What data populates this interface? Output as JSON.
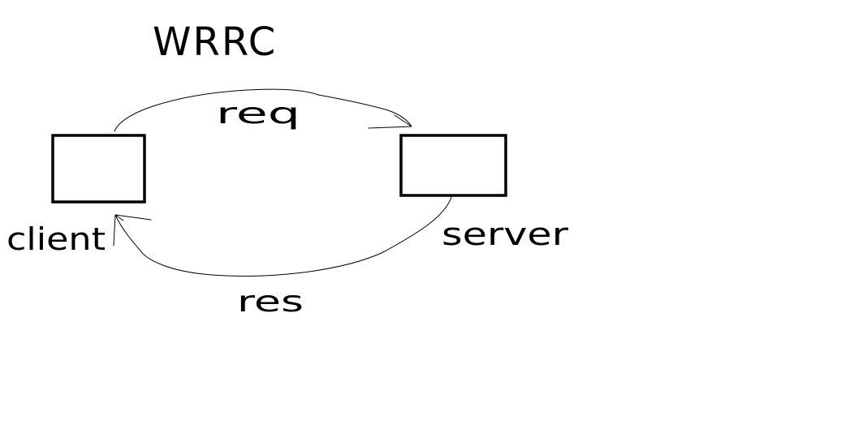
{
  "diagram": {
    "title": "WRRC",
    "nodes": [
      {
        "id": "client",
        "label": "client"
      },
      {
        "id": "server",
        "label": "server"
      }
    ],
    "edges": [
      {
        "from": "client",
        "to": "server",
        "label": "req"
      },
      {
        "from": "server",
        "to": "client",
        "label": "res"
      }
    ]
  },
  "colors": {
    "ink": "#000000",
    "background": "#ffffff"
  }
}
